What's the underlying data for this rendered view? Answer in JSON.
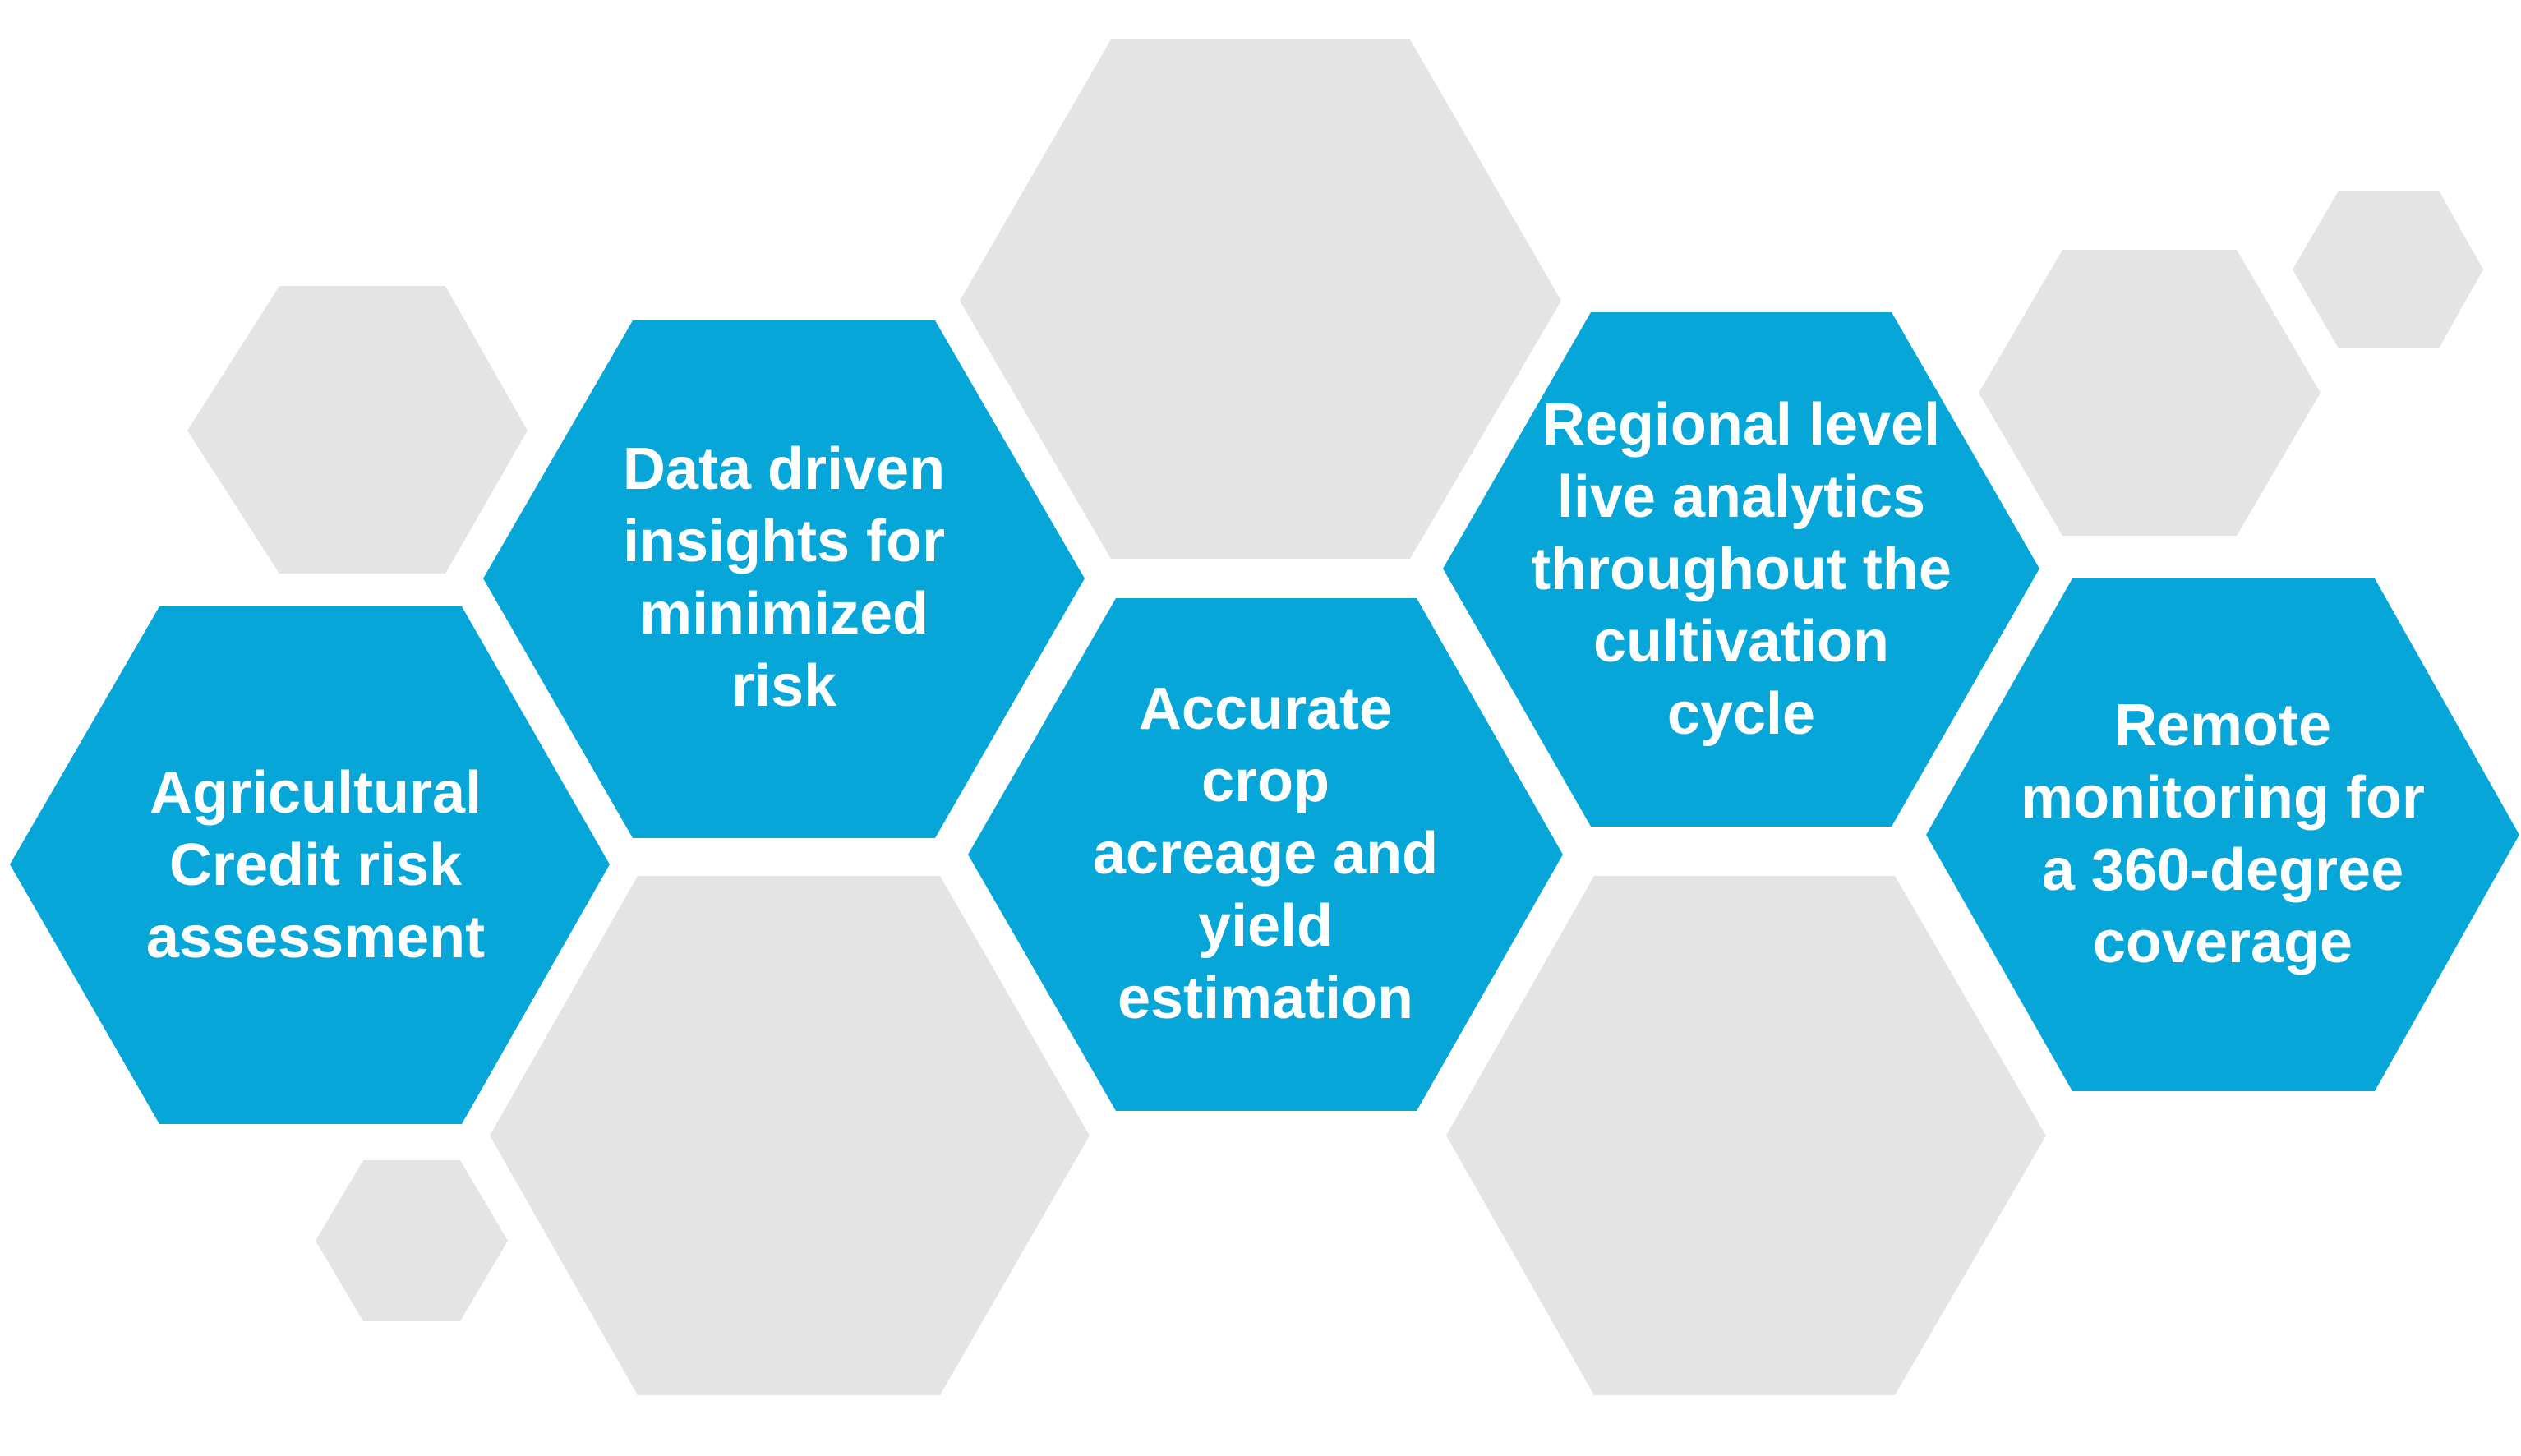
{
  "colors": {
    "accent_hex": "#06a6d9",
    "muted_hex": "#e4e4e4",
    "label_text": "#ffffff",
    "background": "#ffffff"
  },
  "hexagons": [
    {
      "id": "hex-agricultural-credit",
      "label": "Agricultural\nCredit risk\nassessment"
    },
    {
      "id": "hex-data-driven",
      "label": "Data driven\ninsights for\nminimized\nrisk"
    },
    {
      "id": "hex-accurate-crop",
      "label": "Accurate\ncrop\nacreage and\nyield\nestimation"
    },
    {
      "id": "hex-regional-level",
      "label": "Regional level\nlive analytics\nthroughout the\ncultivation\ncycle"
    },
    {
      "id": "hex-remote-monitoring",
      "label": "Remote\nmonitoring for\na 360-degree\ncoverage"
    }
  ]
}
